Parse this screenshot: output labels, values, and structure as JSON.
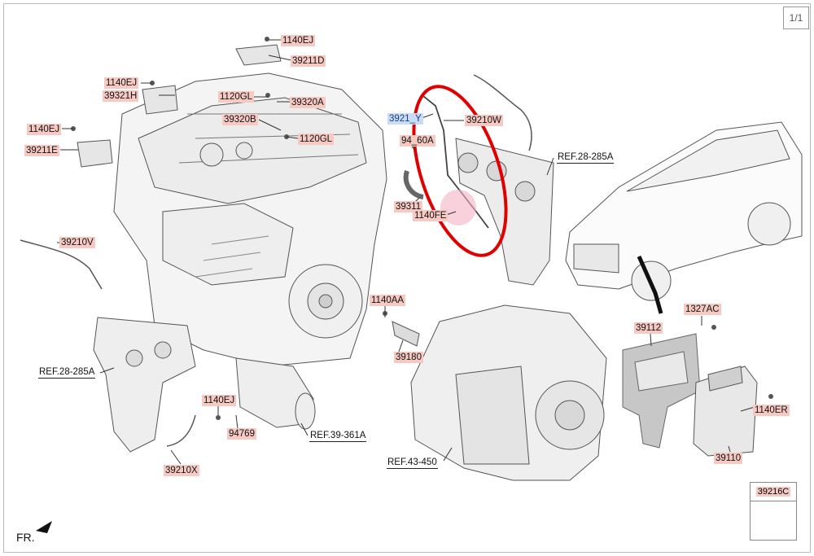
{
  "page_indicator": "1/1",
  "direction_label": "FR.",
  "parts": {
    "p1140EJ_top": "1140EJ",
    "p39211D": "39211D",
    "p1140EJ_left": "1140EJ",
    "p39321H": "39321H",
    "p1120GL_a": "1120GL",
    "p39320A": "39320A",
    "p39320B": "39320B",
    "p1120GL_b": "1120GL",
    "p1140EJ_mid": "1140EJ",
    "p39211E": "39211E",
    "p39210Y": "3921_Y",
    "p39210W": "39210W",
    "p94760A": "94_60A",
    "p39311": "39311",
    "p1140FE": "1140FE",
    "p39210V": "39210V",
    "p1140AA": "1140AA",
    "p39180": "39180",
    "p1140EJ_low": "1140EJ",
    "p94769": "94769",
    "p39210X": "39210X",
    "p1327AC": "1327AC",
    "p39112": "39112",
    "p1140ER": "1140ER",
    "p39110": "39110",
    "p39216C": "39216C"
  },
  "refs": {
    "ref_28_285A_right": "REF.28-285A",
    "ref_28_285A_left": "REF.28-285A",
    "ref_39_361A": "REF.39-361A",
    "ref_43_450": "REF.43-450"
  },
  "colors": {
    "label_fill": "#f6c9c3",
    "highlight_label_fill": "#c9dcf4",
    "highlight_circle": "#e00000",
    "line": "#333333"
  }
}
